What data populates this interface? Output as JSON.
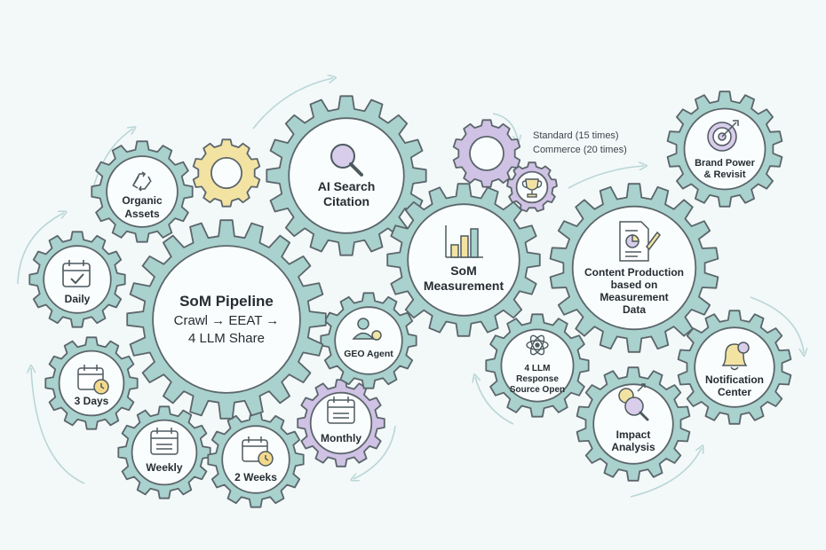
{
  "colors": {
    "gear_teal": "#a9d1cd",
    "gear_yellow": "#f3e3a3",
    "gear_purple": "#cfc2e4",
    "outline": "#5b666b",
    "face": "#fafdfd",
    "arrow": "#b9d6d6"
  },
  "pipeline": {
    "title": "SoM Pipeline",
    "line1": "Crawl → EEAT →",
    "line2": "4 LLM Share"
  },
  "gears": {
    "organic_assets": {
      "line1": "Organic",
      "line2": "Assets",
      "icon": "recycle-icon"
    },
    "ai_search": {
      "line1": "AI Search",
      "line2": "Citation",
      "icon": "magnifier-icon"
    },
    "daily": {
      "label": "Daily",
      "icon": "calendar-check-icon"
    },
    "three_days": {
      "label": "3 Days",
      "icon": "calendar-clock-icon"
    },
    "weekly": {
      "label": "Weekly",
      "icon": "calendar-icon"
    },
    "two_weeks": {
      "label": "2 Weeks",
      "icon": "calendar-clock-icon"
    },
    "monthly": {
      "label": "Monthly",
      "icon": "calendar-icon"
    },
    "geo_agent": {
      "label": "GEO Agent",
      "icon": "agent-gear-icon"
    },
    "som_measurement": {
      "line1": "SoM",
      "line2": "Measurement",
      "icon": "bar-chart-icon"
    },
    "llm_response": {
      "line1": "4 LLM",
      "line2": "Response",
      "line3": "Source Open",
      "icon": "atom-icon"
    },
    "content_production": {
      "line1": "Content Production",
      "line2": "based on",
      "line3": "Measurement",
      "line4": "Data",
      "icon": "document-pen-icon"
    },
    "brand_power": {
      "line1": "Brand Power",
      "line2": "& Revisit",
      "icon": "target-icon"
    },
    "notification": {
      "line1": "Notification",
      "line2": "Center",
      "icon": "bell-icon"
    },
    "impact": {
      "line1": "Impact",
      "line2": "Analysis",
      "icon": "chart-magnifier-icon"
    },
    "trophy": {
      "icon": "trophy-icon"
    }
  },
  "notes": {
    "standard": "Standard (15 times)",
    "commerce": "Commerce (20 times)"
  }
}
